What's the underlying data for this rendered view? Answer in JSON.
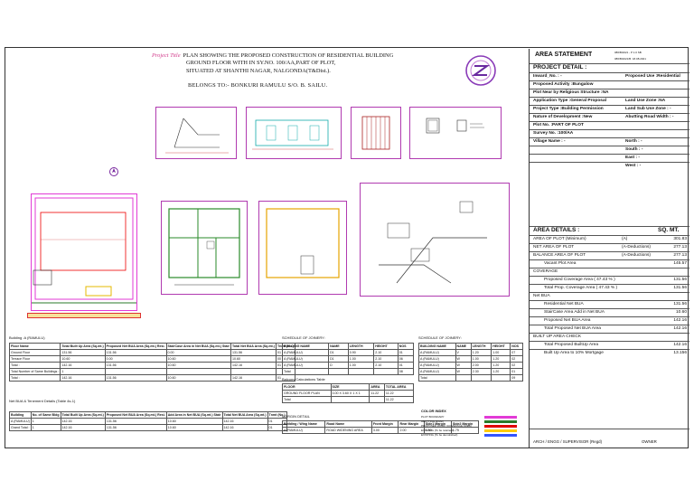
{
  "title": {
    "label": "Project Title",
    "line1": "PLAN SHOWING THE PROPOSED CONSTRUCTION OF  RESIDENTIAL BUILDING",
    "line2": "GROUND FLOOR  WITH IN SY.NO. 100/AA,PART OF PLOT,",
    "line3": "SITUATED AT  SHANTHI NAGAR, NALGONDA(T&Dist.).",
    "owner": "BELONGS TO:-  BONKURI  RAMULU      S/O. B. SAILU."
  },
  "area_statement": {
    "header": "AREA STATEMENT",
    "ref1": "086/B/2021 - P 1.0 SB",
    "ref2": "086/B/2021/B. 18.08.2021",
    "project_detail": "PROJECT DETAIL :",
    "rows": [
      [
        "Inward_No. : -",
        "Proposed Use :Residential"
      ],
      [
        "Proposed Activity :Bungalow",
        ""
      ],
      [
        "Plot Near by Religious Structure :NA",
        ""
      ],
      [
        "Application Type :General Proposal",
        "Land Use Zone :NA"
      ],
      [
        "Project Type :Building Permission",
        "Land Sub Use Zone : -"
      ],
      [
        "Nature of Development :New",
        "Abutting Road Width : -"
      ],
      [
        "Plot No. :PART OF PLOT",
        ""
      ],
      [
        "Survey No. :100/AA",
        ""
      ],
      [
        "Village Name : -",
        "North : -"
      ],
      [
        "",
        "South : -"
      ],
      [
        "",
        "East : -"
      ],
      [
        "",
        "West : -"
      ]
    ],
    "details_header": "AREA DETAILS :",
    "unit_header": "SQ. MT.",
    "details": [
      [
        "AREA OF PLOT (Minimum)",
        "(A)",
        "301.83"
      ],
      [
        "NET AREA OF PLOT",
        "(A-Deductions)",
        "277.13"
      ],
      [
        "BALANCE AREA OF PLOT",
        "(A-Deductions)",
        "277.13"
      ],
      [
        "Vacant Plot Area",
        "",
        "145.57"
      ],
      [
        "COVERAGE",
        "",
        ""
      ],
      [
        "Proposed Coverage Area ( 47.43 % )",
        "",
        "131.56"
      ],
      [
        "Total Prop. Coverage Area ( 47.43 % )",
        "",
        "131.56"
      ],
      [
        "Net BUA",
        "",
        ""
      ],
      [
        "Residential Net BUA",
        "",
        "131.56"
      ],
      [
        "StairCase Area Add in Net BUA",
        "",
        "10.60"
      ],
      [
        "Proposed Net BUA Area",
        "",
        "142.16"
      ],
      [
        "Total Proposed Net BUA Area",
        "",
        "142.16"
      ],
      [
        "BUILT UP AREA CHECK",
        "",
        ""
      ],
      [
        "Total Proposed BuiltUp Area",
        "",
        "142.16"
      ],
      [
        "Built Up Area to  10% Mortgage",
        "",
        "13.156"
      ]
    ],
    "sign_left": "ARCH / ENGG / SUPERVISOR (Regd)",
    "sign_right": "OWNER"
  },
  "bottom": {
    "building_label": "Building :A (RAMULU)",
    "floor_headers": [
      "Floor Name",
      "Total Built Up Area (Sq.mt.)",
      "Proposed Net BUA Area (Sq.mt.) Resi.",
      "StairCase Area in Net BUA (Sq.mt.) Stair",
      "Total Net BUA Area (Sq.mt.)",
      "Tnmt (No.)"
    ],
    "floor_rows": [
      [
        "Ground Floor",
        "131.56",
        "131.56",
        "0.00",
        "131.56",
        "01"
      ],
      [
        "Terrace Floor",
        "10.60",
        "0.00",
        "10.60",
        "10.60",
        "00"
      ],
      [
        "Total :",
        "142.16",
        "131.56",
        "10.60",
        "142.16",
        "01"
      ],
      [
        "Total Number of Same Buildings :",
        "1",
        "",
        "",
        "",
        ""
      ],
      [
        "Total :",
        "142.16",
        "131.56",
        "10.60",
        "142.16",
        "01"
      ]
    ],
    "tenement_label": "Net BUA & Tenement Details (Table 4s-1)",
    "tenement_headers": [
      "Building",
      "No. of Same Bldg",
      "Total Built Up Area (Sq.mt.)",
      "Proposed Net BUA Area (Sq.mt.) Resi.",
      "Add Area in Net BUA (Sq.mt.) Stair",
      "Total Net BUA Area (Sq.mt.)",
      "Tnmt (No.)"
    ],
    "tenement_rows": [
      [
        "A (RAMULU)",
        "1",
        "142.16",
        "131.56",
        "10.60",
        "142.16",
        "01"
      ],
      [
        "Grand Total :",
        "1",
        "142.16",
        "131.56",
        "10.60",
        "142.16",
        "01"
      ]
    ],
    "joinery1_label": "SCHEDULE OF JOINERY:",
    "joinery1_headers": [
      "BUILDING NAME",
      "NAME",
      "LENGTH",
      "HEIGHT",
      "NOS"
    ],
    "joinery1_rows": [
      [
        "A (RAMULU)",
        "D1",
        "0.90",
        "2.10",
        "01"
      ],
      [
        "A (RAMULU)",
        "D1",
        "1.00",
        "2.10",
        "06"
      ],
      [
        "A (RAMULU)",
        "D",
        "1.00",
        "2.10",
        "01"
      ],
      [
        "Total",
        "",
        "",
        "",
        "08"
      ]
    ],
    "joinery2_label": "SCHEDULE OF JOINERY:",
    "joinery2_headers": [
      "BUILDING NAME",
      "NAME",
      "LENGTH",
      "HEIGHT",
      "NOS"
    ],
    "joinery2_rows": [
      [
        "A (RAMULU)",
        "V",
        "1.20",
        "1.00",
        "07"
      ],
      [
        "A (RAMULU)",
        "W",
        "1.00",
        "1.20",
        "02"
      ],
      [
        "A (RAMULU)",
        "W",
        "2.00",
        "1.20",
        "02"
      ],
      [
        "A (RAMULU)",
        "W",
        "2.30",
        "1.20",
        "01"
      ],
      [
        "Total",
        "",
        "",
        "",
        "09"
      ]
    ],
    "balcony_label": "Balcony Calculations Table",
    "balcony_headers": [
      "FLOOR",
      "SIZE",
      "AREA",
      "TOTAL AREA"
    ],
    "balcony_rows": [
      [
        "GROUND FLOOR PLAN",
        "3.00 X 3.60 X 1 X 1",
        "11.22",
        "11.22"
      ],
      [
        "Total",
        "",
        "",
        "11.22"
      ]
    ],
    "margin_label": "MARGIN DETAIL",
    "margin_headers": [
      "Building / Wing Name",
      "Road Name",
      "Front Margin",
      "Rear Margin",
      "Side1 Margin",
      "Side2 Margin"
    ],
    "margin_rows": [
      [
        "A (RAMULU)",
        "ROAD WIDENING AREA",
        "3.00",
        "2.00",
        "1.50",
        "1.75"
      ]
    ],
    "color_label": "COLOR INDEX",
    "color_items": [
      "PLOT BOUNDARY",
      "ABUTTING ROAD",
      "PROPOSED WORK (COVERAGE AREA)",
      "EXISTING (To be retained)",
      "EXISTING (To be demolished)"
    ],
    "color_values": [
      "#e23ad6",
      "#2a7a2a",
      "#e00000",
      "#ffcc00",
      "#3355ff"
    ]
  }
}
